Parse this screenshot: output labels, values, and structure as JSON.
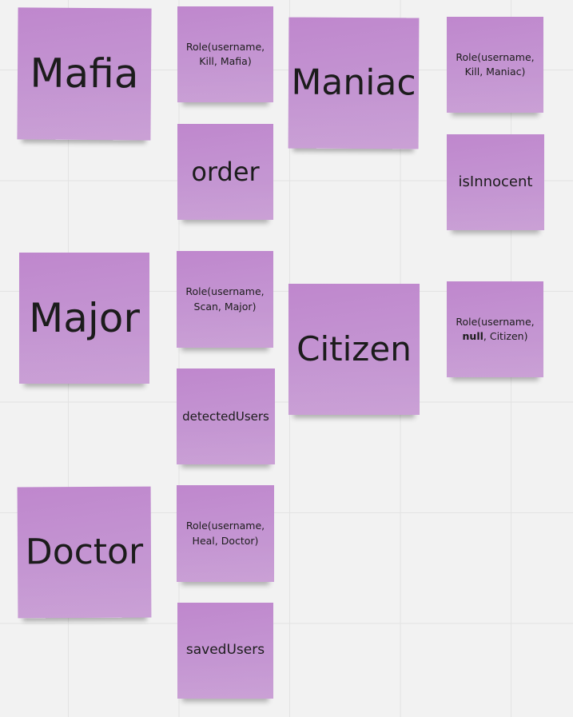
{
  "notes": {
    "mafia": {
      "text": "Mafia"
    },
    "role_mafia": {
      "line1": "Role(username,",
      "line2": "Kill, Mafia)"
    },
    "maniac": {
      "text": "Maniac"
    },
    "role_maniac": {
      "line1": "Role(username,",
      "line2": "Kill, Maniac)"
    },
    "order": {
      "text": "order"
    },
    "isinnocent": {
      "text": "isInnocent"
    },
    "major": {
      "text": "Major"
    },
    "role_major": {
      "line1": "Role(username,",
      "line2": "Scan, Major)"
    },
    "citizen": {
      "text": "Citizen"
    },
    "role_citizen": {
      "line1": "Role(username,",
      "line2_bold": "null",
      "line2_rest": ", Citizen)"
    },
    "detected_users": {
      "text": "detectedUsers"
    },
    "doctor": {
      "text": "Doctor"
    },
    "role_doctor": {
      "line1": "Role(username,",
      "line2": "Heal, Doctor)"
    },
    "saved_users": {
      "text": "savedUsers"
    }
  },
  "colors": {
    "note_fill": "#c08fd0",
    "board_background": "#f2f2f2",
    "grid_line": "#e3e3e3",
    "text": "#1c1c1c"
  }
}
